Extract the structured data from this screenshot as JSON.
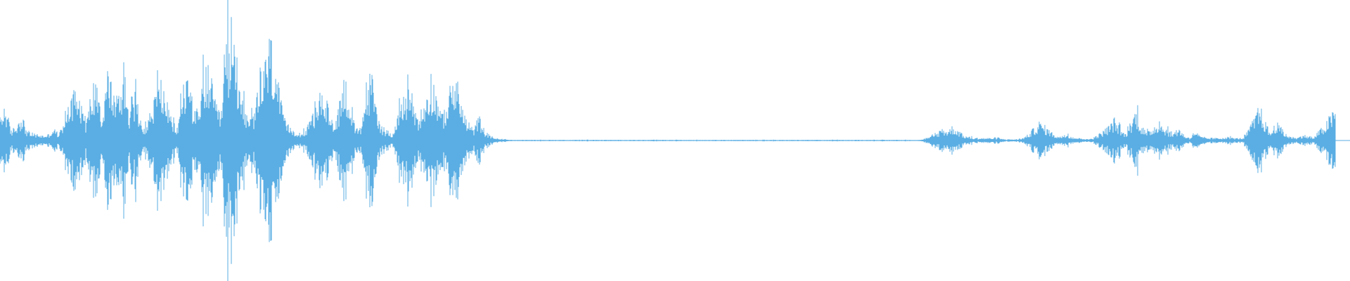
{
  "waveform": {
    "color": "#5aaee3",
    "background": "#ffffff",
    "duration_fraction_silent_start": 0.42,
    "duration_fraction_silent_end": 0.64,
    "envelope": [
      0.18,
      0.3,
      0.08,
      0.12,
      0.22,
      0.08,
      0.06,
      0.05,
      0.04,
      0.05,
      0.1,
      0.05,
      0.2,
      0.35,
      0.45,
      0.35,
      0.15,
      0.4,
      0.55,
      0.2,
      0.6,
      0.4,
      0.35,
      0.55,
      0.25,
      0.4,
      0.2,
      0.1,
      0.25,
      0.4,
      0.5,
      0.3,
      0.15,
      0.1,
      0.45,
      0.55,
      0.3,
      0.2,
      0.62,
      0.55,
      0.3,
      0.2,
      0.75,
      0.95,
      0.7,
      0.4,
      0.15,
      0.2,
      0.4,
      0.55,
      0.85,
      0.7,
      0.35,
      0.15,
      0.1,
      0.08,
      0.06,
      0.1,
      0.2,
      0.3,
      0.45,
      0.25,
      0.12,
      0.3,
      0.55,
      0.3,
      0.1,
      0.08,
      0.45,
      0.55,
      0.25,
      0.1,
      0.08,
      0.06,
      0.2,
      0.35,
      0.45,
      0.3,
      0.15,
      0.35,
      0.55,
      0.4,
      0.2,
      0.3,
      0.5,
      0.45,
      0.25,
      0.12,
      0.1,
      0.2,
      0.08,
      0.04,
      0.02,
      0.01,
      0.01,
      0.005,
      0.005,
      0.005,
      0.005,
      0.005,
      0.005,
      0.005,
      0.005,
      0.005,
      0.005,
      0.005,
      0.005,
      0.005,
      0.005,
      0.005,
      0.005,
      0.005,
      0.005,
      0.005,
      0.005,
      0.005,
      0.005,
      0.005,
      0.005,
      0.005,
      0.005,
      0.005,
      0.005,
      0.005,
      0.005,
      0.005,
      0.005,
      0.005,
      0.005,
      0.005,
      0.005,
      0.005,
      0.005,
      0.005,
      0.005,
      0.005,
      0.005,
      0.005,
      0.005,
      0.005,
      0.005,
      0.005,
      0.005,
      0.005,
      0.005,
      0.005,
      0.005,
      0.005,
      0.005,
      0.005,
      0.005,
      0.005,
      0.005,
      0.005,
      0.005,
      0.005,
      0.005,
      0.005,
      0.005,
      0.005,
      0.005,
      0.005,
      0.005,
      0.005,
      0.005,
      0.005,
      0.005,
      0.005,
      0.005,
      0.005,
      0.005,
      0.005,
      0.02,
      0.03,
      0.06,
      0.1,
      0.08,
      0.12,
      0.08,
      0.04,
      0.03,
      0.02,
      0.02,
      0.02,
      0.02,
      0.02,
      0.015,
      0.01,
      0.01,
      0.01,
      0.02,
      0.05,
      0.1,
      0.15,
      0.12,
      0.08,
      0.04,
      0.03,
      0.06,
      0.03,
      0.02,
      0.02,
      0.01,
      0.02,
      0.05,
      0.08,
      0.12,
      0.18,
      0.1,
      0.05,
      0.15,
      0.25,
      0.12,
      0.06,
      0.1,
      0.15,
      0.12,
      0.08,
      0.06,
      0.1,
      0.04,
      0.02,
      0.08,
      0.03,
      0.02,
      0.02,
      0.02,
      0.02,
      0.03,
      0.02,
      0.02,
      0.02,
      0.1,
      0.18,
      0.28,
      0.15,
      0.06,
      0.15,
      0.1,
      0.04,
      0.03,
      0.02,
      0.05,
      0.03,
      0.02,
      0.08,
      0.12,
      0.2,
      0.25
    ]
  }
}
